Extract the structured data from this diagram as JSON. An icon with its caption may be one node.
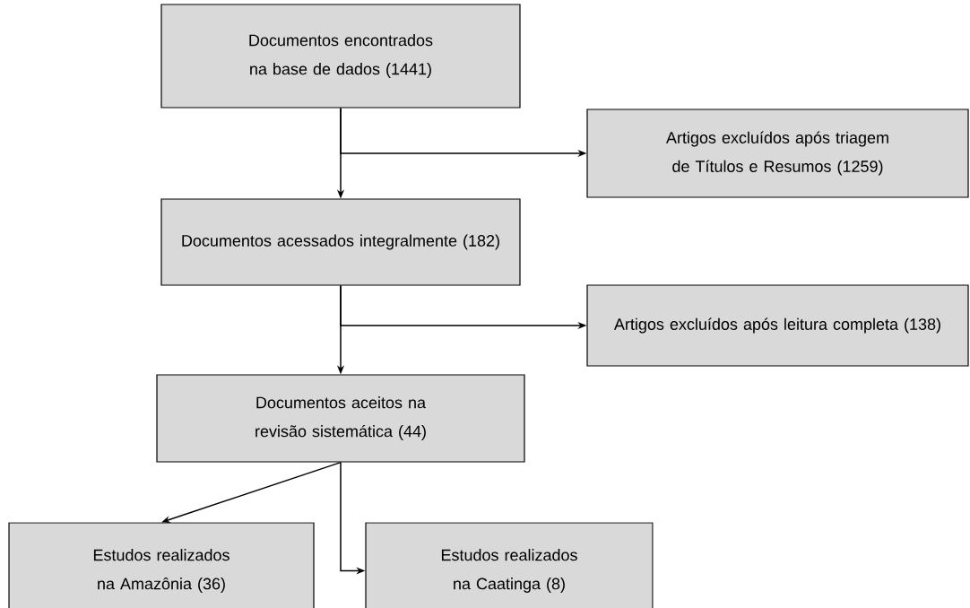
{
  "diagram": {
    "nodes": [
      {
        "text": [
          "Documentos encontrados na base de dados (1441)"
        ]
      },
      {
        "text": [
          "Artigos excluídos após triagem de Títulos e Resumos (1259)"
        ]
      },
      {
        "text": [
          "Documentos acessados integralmente (182)"
        ]
      },
      {
        "text": [
          "Artigos excluídos após leitura completa (138)"
        ]
      },
      {
        "text": [
          "Documentos aceitos na revisão sistemática (44)"
        ]
      },
      {
        "text": [
          "Estudos realizados na Amazônia (36)"
        ]
      },
      {
        "text": [
          "Estudos realizados na Caatinga (8)"
        ]
      }
    ],
    "edges": [
      {
        "from": 0,
        "to": 2,
        "arrow": "to"
      },
      {
        "from": 0,
        "to": 1,
        "arrow": "to"
      },
      {
        "from": 2,
        "to": 4,
        "arrow": "to"
      },
      {
        "from": 2,
        "to": 3,
        "arrow": "to"
      },
      {
        "from": 4,
        "to": 5,
        "arrow": "to"
      },
      {
        "from": 4,
        "to": 6,
        "arrow": "to"
      }
    ]
  }
}
